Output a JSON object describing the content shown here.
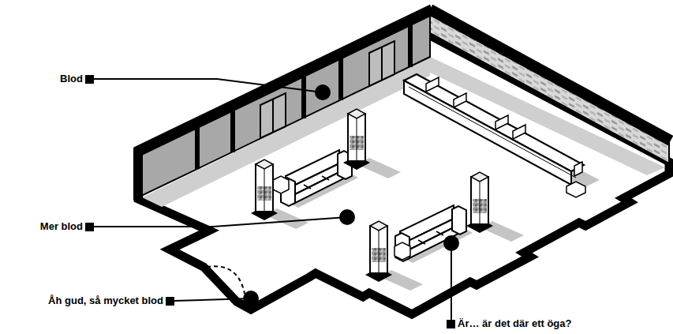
{
  "diagram": {
    "labels": [
      "Blod",
      "Mer blod",
      "Åh gud, så mycket blod",
      "Är… är det där ett öga?"
    ]
  }
}
